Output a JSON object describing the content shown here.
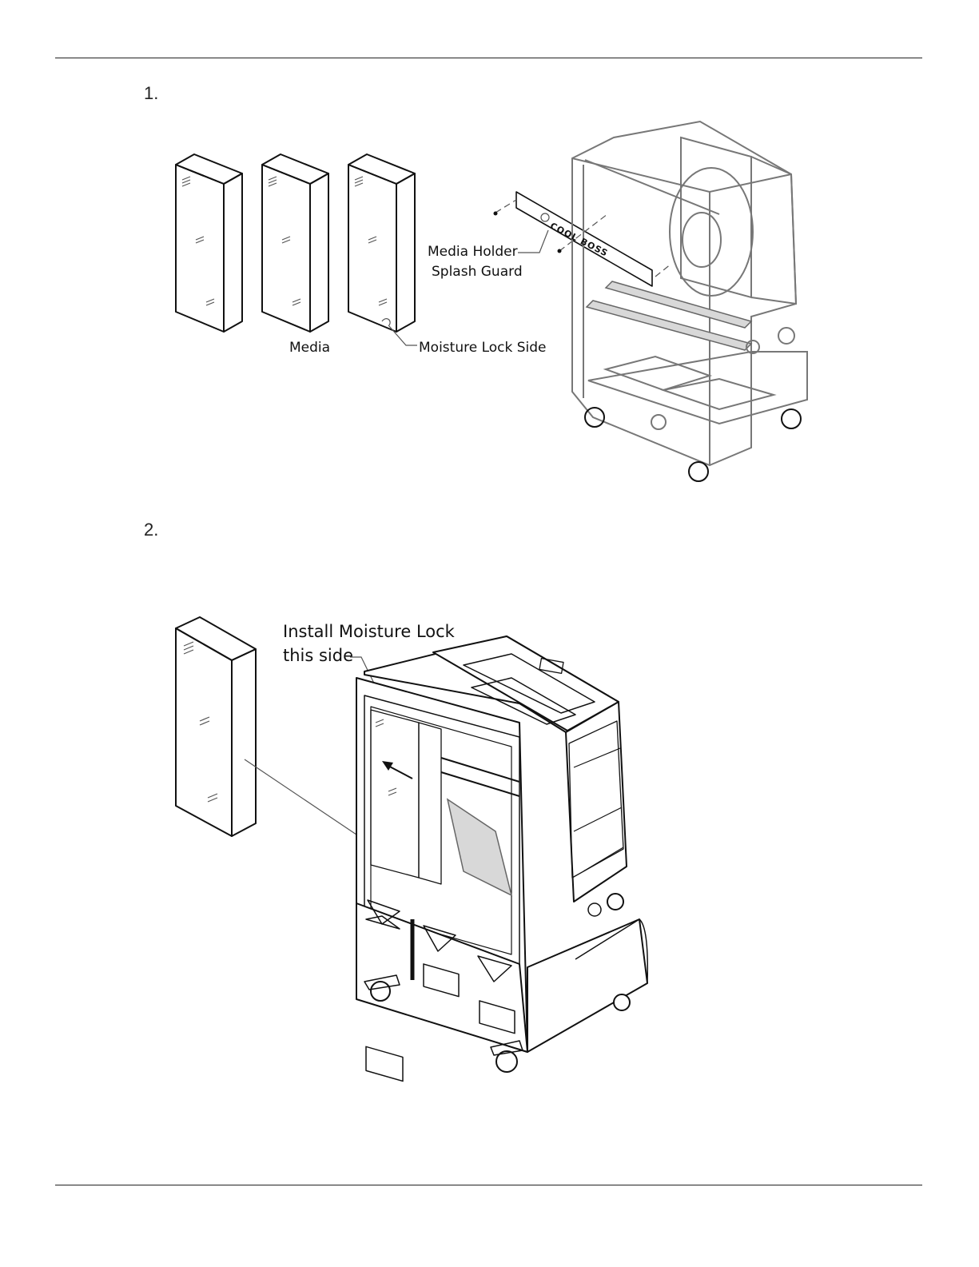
{
  "steps": [
    {
      "number": "1."
    },
    {
      "number": "2."
    }
  ],
  "figure1": {
    "labels": {
      "media_holder": "Media Holder",
      "splash_guard": "Splash Guard",
      "media": "Media",
      "moisture_lock_side": "Moisture Lock Side",
      "brand": "COOL BOSS"
    }
  },
  "figure2": {
    "labels": {
      "install_line1": "Install Moisture Lock",
      "install_line2": "this side"
    }
  }
}
